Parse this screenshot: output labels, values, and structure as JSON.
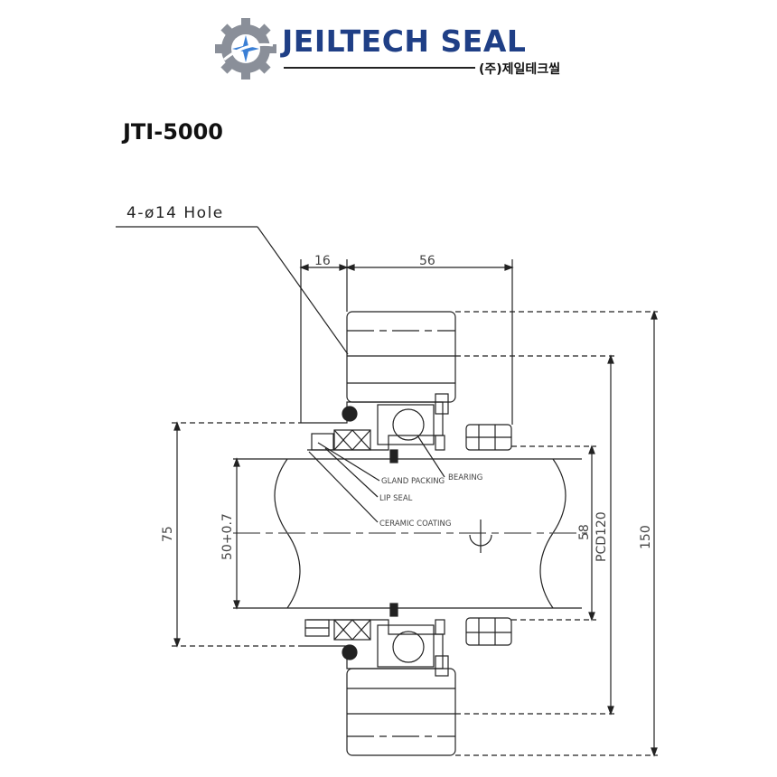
{
  "brand": {
    "name": "JEILTECH SEAL",
    "korean_name": "(주)제일테크씰",
    "colors": {
      "primary": "#1f3f86",
      "gear": "#8a8f99",
      "star": "#3a7fd5"
    }
  },
  "product": {
    "model": "JTI-5000"
  },
  "drawing": {
    "hole_note": "4-ø14  Hole",
    "dimensions": {
      "top_left": "16",
      "top_right": "56",
      "left_outer": "75",
      "shaft": "50+0.7",
      "inner": "58",
      "pcd": "PCD120",
      "outer": "150"
    },
    "callouts": {
      "gland_packing": "GLAND PACKING",
      "lip_seal": "LIP SEAL",
      "ceramic_coating": "CERAMIC COATING",
      "bearing": "BEARING"
    }
  }
}
